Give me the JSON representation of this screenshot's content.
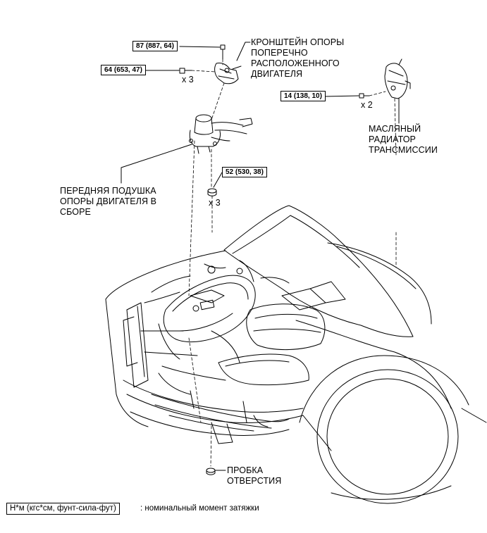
{
  "labels": {
    "bracket": [
      "КРОНШТЕЙН ОПОРЫ",
      "ПОПЕРЕЧНО",
      "РАСПОЛОЖЕННОГО",
      "ДВИГАТЕЛЯ"
    ],
    "cooler": [
      "МАСЛЯНЫЙ",
      "РАДИАТОР",
      "ТРАНСМИССИИ"
    ],
    "mount": [
      "ПЕРЕДНЯЯ ПОДУШКА",
      "ОПОРЫ ДВИГАТЕЛЯ В",
      "СБОРЕ"
    ],
    "plug": [
      "ПРОБКА",
      "ОТВЕРСТИЯ"
    ]
  },
  "torques": {
    "t87": "87 (887, 64)",
    "t64": "64 (653, 47)",
    "t14": "14 (138, 10)",
    "t52": "52 (530, 38)"
  },
  "quantities": {
    "q64": "x 3",
    "q14": "x 2",
    "q52": "x 3"
  },
  "legend": {
    "units": "Н*м (кгс*см, фунт-сила-фут)",
    "description": ": номинальный момент затяжки"
  }
}
